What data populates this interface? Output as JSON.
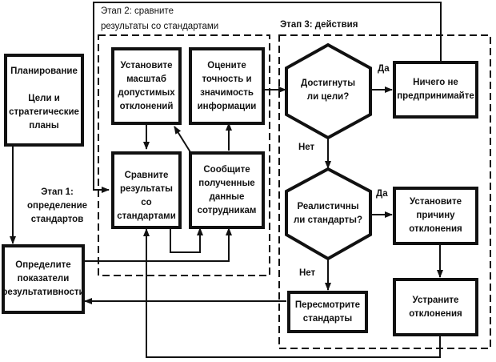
{
  "stages": {
    "stage1": {
      "lines": [
        "Этап 1:",
        "определение",
        "стандартов"
      ]
    },
    "stage2": {
      "lines": [
        "Этап 2: сравните",
        "результаты со стандартами"
      ]
    },
    "stage3": {
      "title": "Этап 3: действия"
    }
  },
  "boxes": {
    "planning": {
      "title": "Планирование",
      "lines": [
        "Цели и",
        "стратегические",
        "планы"
      ]
    },
    "define_indicators": {
      "lines": [
        "Определите",
        "показатели",
        "результативности"
      ]
    },
    "set_tolerance": {
      "lines": [
        "Установите",
        "масштаб",
        "допустимых",
        "отклонений"
      ]
    },
    "evaluate_info": {
      "lines": [
        "Оцените",
        "точность и",
        "значимость",
        "информации"
      ]
    },
    "compare_results": {
      "lines": [
        "Сравните",
        "результаты со",
        "стандартами"
      ]
    },
    "report_data": {
      "lines": [
        "Сообщите",
        "полученные",
        "данные",
        "сотрудникам"
      ]
    },
    "do_nothing": {
      "lines": [
        "Ничего не",
        "предпринимайте"
      ]
    },
    "find_cause": {
      "lines": [
        "Установите",
        "причину",
        "отклонения"
      ]
    },
    "eliminate_deviation": {
      "lines": [
        "Устраните",
        "отклонения"
      ]
    },
    "revise_standards": {
      "lines": [
        "Пересмотрите",
        "стандарты"
      ]
    }
  },
  "decisions": {
    "goals_achieved": {
      "lines": [
        "Достигнуты",
        "ли цели?"
      ]
    },
    "standards_realistic": {
      "lines": [
        "Реалистичны",
        "ли стандарты?"
      ]
    }
  },
  "edge_labels": {
    "yes1": "Да",
    "no1": "Нет",
    "yes2": "Да",
    "no2": "Нет"
  }
}
